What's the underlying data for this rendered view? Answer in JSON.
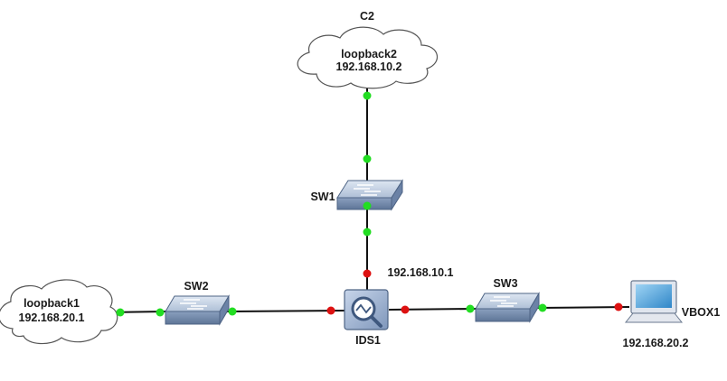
{
  "diagram": {
    "nodes": {
      "c2": {
        "title": "C2",
        "name": "loopback2",
        "ip": "192.168.10.2"
      },
      "loopback1": {
        "name": "loopback1",
        "ip": "192.168.20.1"
      },
      "sw1": {
        "label": "SW1"
      },
      "sw2": {
        "label": "SW2"
      },
      "sw3": {
        "label": "SW3"
      },
      "ids1": {
        "label": "IDS1",
        "interface_ip": "192.168.10.1"
      },
      "vbox1": {
        "label": "VBOX1",
        "ip": "192.168.20.2"
      }
    },
    "links": [
      {
        "from": "C2",
        "to": "SW1",
        "from_status": "up",
        "to_status": "up"
      },
      {
        "from": "SW1",
        "to": "IDS1",
        "from_status": "up",
        "to_status": "down"
      },
      {
        "from": "loopback1",
        "to": "SW2",
        "from_status": "up",
        "to_status": "up"
      },
      {
        "from": "SW2",
        "to": "IDS1",
        "from_status": "up",
        "to_status": "down"
      },
      {
        "from": "IDS1",
        "to": "SW3",
        "from_status": "down",
        "to_status": "up"
      },
      {
        "from": "SW3",
        "to": "VBOX1",
        "from_status": "up",
        "to_status": "down"
      }
    ],
    "colors": {
      "link_up": "#22dd22",
      "link_down": "#dd1111",
      "cable": "#111111"
    }
  }
}
